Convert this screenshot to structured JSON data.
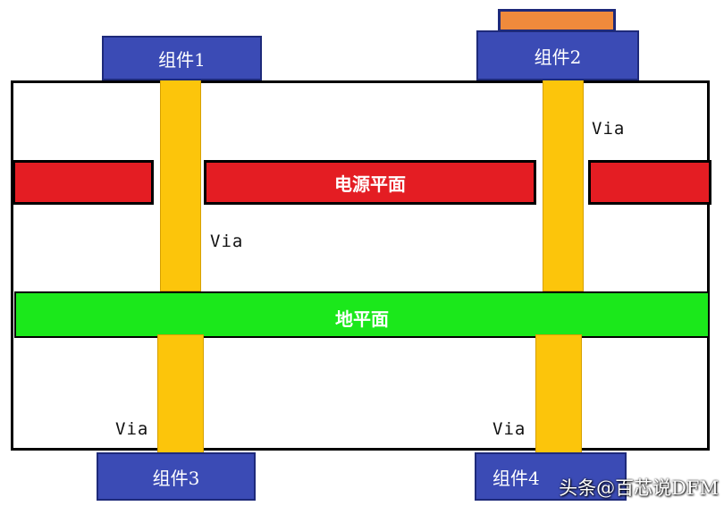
{
  "components": {
    "c1": "组件1",
    "c2": "组件2",
    "c3": "组件3",
    "c4": "组件4"
  },
  "planes": {
    "power": "电源平面",
    "ground": "地平面"
  },
  "via_label": "Via",
  "watermark": "头条@百芯说DFM",
  "colors": {
    "component": "#3b4bb5",
    "component_cap": "#f08a3c",
    "via": "#fcc50b",
    "power_plane": "#e41d23",
    "ground_plane": "#1be81b"
  }
}
